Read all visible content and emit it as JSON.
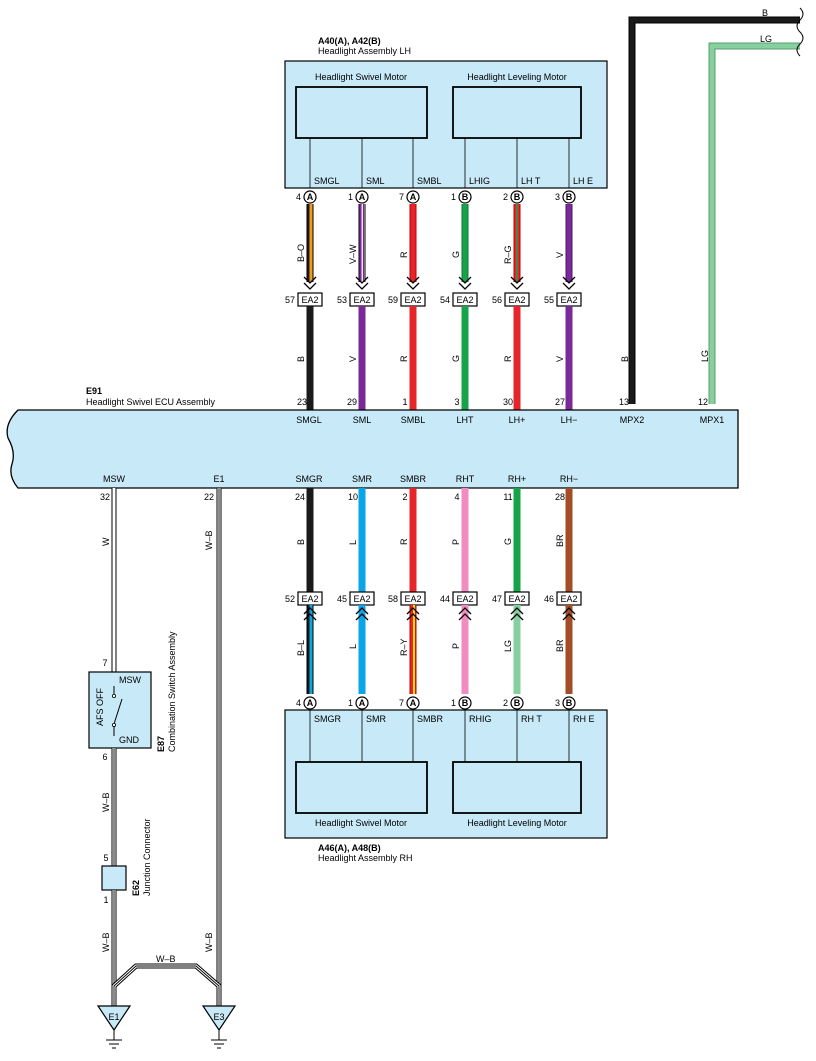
{
  "lh": {
    "codes": "A40(A), A42(B)",
    "name": "Headlight Assembly LH",
    "swivel_motor": "Headlight Swivel Motor",
    "leveling_motor": "Headlight Leveling Motor",
    "terminals": [
      "SMGL",
      "SML",
      "SMBL",
      "LHIG",
      "LH T",
      "LH E"
    ],
    "pins": [
      "4",
      "1",
      "7",
      "1",
      "2",
      "3"
    ],
    "conn": [
      "A",
      "A",
      "A",
      "B",
      "B",
      "B"
    ]
  },
  "rh": {
    "codes": "A46(A), A48(B)",
    "name": "Headlight Assembly RH",
    "swivel_motor": "Headlight Swivel Motor",
    "leveling_motor": "Headlight Leveling Motor",
    "terminals": [
      "SMGR",
      "SMR",
      "SMBR",
      "RHIG",
      "RH T",
      "RH E"
    ],
    "pins": [
      "4",
      "1",
      "7",
      "1",
      "2",
      "3"
    ],
    "conn": [
      "A",
      "A",
      "A",
      "B",
      "B",
      "B"
    ]
  },
  "ecu": {
    "code": "E91",
    "name": "Headlight Swivel ECU Assembly",
    "top_terms": [
      "SMGL",
      "SML",
      "SMBL",
      "LHT",
      "LH+",
      "LH−",
      "MPX2",
      "MPX1"
    ],
    "top_pins": [
      "23",
      "29",
      "1",
      "3",
      "30",
      "27",
      "13",
      "12"
    ],
    "bot_terms": [
      "MSW",
      "E1",
      "SMGR",
      "SMR",
      "SMBR",
      "RHT",
      "RH+",
      "RH−"
    ],
    "bot_pins": [
      "32",
      "22",
      "24",
      "10",
      "2",
      "4",
      "11",
      "28"
    ]
  },
  "ea2": {
    "label": "EA2",
    "top_pins": [
      "57",
      "53",
      "59",
      "54",
      "56",
      "55"
    ],
    "bot_pins": [
      "52",
      "45",
      "58",
      "44",
      "47",
      "46"
    ]
  },
  "wires": {
    "lh_upper": [
      "B–O",
      "V–W",
      "R",
      "G",
      "R–G",
      "V"
    ],
    "lh_lower": [
      "B",
      "V",
      "R",
      "G",
      "R",
      "V"
    ],
    "rh_upper": [
      "B",
      "L",
      "R",
      "P",
      "G",
      "BR"
    ],
    "rh_lower": [
      "B–L",
      "L",
      "R–Y",
      "P",
      "LG",
      "BR"
    ],
    "mpx2": "B",
    "mpx1": "LG",
    "top_b": "B",
    "top_lg": "LG",
    "msw": "W",
    "e1": "W–B",
    "gnd1": "W–B",
    "gnd2": "W–B",
    "gnd3": "W–B",
    "gnd4": "W–B"
  },
  "colors": {
    "B": "#1a1a1a",
    "V": "#7a2a98",
    "R": "#e8242b",
    "G": "#17a34a",
    "L": "#0aa5e6",
    "P": "#f28bbf",
    "LG": "#86cf9f",
    "BR": "#a24d25",
    "O": "#f39a1e",
    "W": "#ffffff",
    "Y": "#f6e400",
    "box_fill": "#c8e9f8"
  },
  "switch": {
    "code": "E87",
    "name": "Combination Switch Assembly",
    "label": "AFS OFF",
    "term_top": "MSW",
    "term_bot": "GND",
    "pin_top": "7",
    "pin_bot": "6"
  },
  "junction": {
    "code": "E62",
    "name": "Junction Connector",
    "pin_top": "5",
    "pin_bot": "1"
  },
  "grounds": [
    "E1",
    "E3"
  ]
}
